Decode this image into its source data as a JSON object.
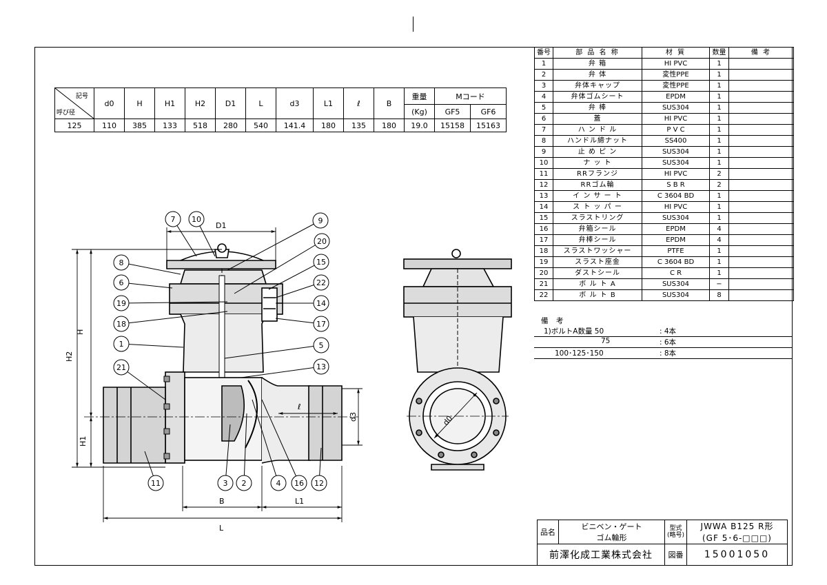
{
  "dimension_table": {
    "corner_top": "記号",
    "corner_bottom": "呼び径",
    "headers": [
      "d0",
      "H",
      "H1",
      "H2",
      "D1",
      "L",
      "d3",
      "L1",
      "ℓ",
      "B"
    ],
    "weight_label": "重量",
    "weight_unit": "(Kg)",
    "mcode_label": "Mコード",
    "mcode_cols": [
      "GF5",
      "GF6"
    ],
    "row": [
      "125",
      "110",
      "385",
      "133",
      "518",
      "280",
      "540",
      "141.4",
      "180",
      "135",
      "180",
      "19.0",
      "15158",
      "15163"
    ]
  },
  "parts_table": {
    "headers": [
      "番号",
      "部 品 名 称",
      "材 質",
      "数量",
      "備 考"
    ],
    "rows": [
      [
        "1",
        "弁    箱",
        "HI PVC",
        "1",
        ""
      ],
      [
        "2",
        "弁    体",
        "変性PPE",
        "1",
        ""
      ],
      [
        "3",
        "弁体キャップ",
        "変性PPE",
        "1",
        ""
      ],
      [
        "4",
        "弁体ゴムシート",
        "EPDM",
        "1",
        ""
      ],
      [
        "5",
        "弁    棒",
        "SUS304",
        "1",
        ""
      ],
      [
        "6",
        "蓋",
        "HI PVC",
        "1",
        ""
      ],
      [
        "7",
        "ハ ン ド ル",
        "P V C",
        "1",
        ""
      ],
      [
        "8",
        "ハンドル締ナット",
        "SS400",
        "1",
        ""
      ],
      [
        "9",
        "止 め ピ ン",
        "SUS304",
        "1",
        ""
      ],
      [
        "10",
        "ナ ッ ト",
        "SUS304",
        "1",
        ""
      ],
      [
        "11",
        "RRフランジ",
        "HI PVC",
        "2",
        ""
      ],
      [
        "12",
        "RRゴム輪",
        "S B R",
        "2",
        ""
      ],
      [
        "13",
        "イ ン サ ー ト",
        "C 3604 BD",
        "1",
        ""
      ],
      [
        "14",
        "ス ト ッ パ ー",
        "HI PVC",
        "1",
        ""
      ],
      [
        "15",
        "スラストリング",
        "SUS304",
        "1",
        ""
      ],
      [
        "16",
        "弁箱シール",
        "EPDM",
        "4",
        ""
      ],
      [
        "17",
        "弁棒シール",
        "EPDM",
        "4",
        ""
      ],
      [
        "18",
        "スラストワッシャー",
        "PTFE",
        "1",
        ""
      ],
      [
        "19",
        "スラスト座金",
        "C 3604 BD",
        "1",
        ""
      ],
      [
        "20",
        "ダストシール",
        "C R",
        "1",
        ""
      ],
      [
        "21",
        "ボ ル ト A",
        "SUS304",
        "−",
        ""
      ],
      [
        "22",
        "ボ ル ト B",
        "SUS304",
        "8",
        ""
      ]
    ]
  },
  "remarks": {
    "title": "備 考",
    "lines": [
      {
        "label": "1)ボルトA数量 50",
        "value": ": 4本"
      },
      {
        "label": "75",
        "value": ": 6本"
      },
      {
        "label": "100･125･150",
        "value": ": 8本"
      }
    ]
  },
  "title_block": {
    "name_label": "品名",
    "name_lines": [
      "ビニベン・ゲート",
      "ゴム輪形"
    ],
    "model_label_lines": [
      "型式",
      "(略号)"
    ],
    "model_lines": [
      "JWWA B125 R形",
      "(GF 5･6-□□□)"
    ],
    "company": "前澤化成工業株式会社",
    "drawing_no_label": "図番",
    "drawing_no": "15001050"
  },
  "drawing": {
    "dim_labels": {
      "D1": "D1",
      "H": "H",
      "H2": "H2",
      "H1": "H1",
      "B": "B",
      "L": "L",
      "L1": "L1",
      "l": "ℓ",
      "d3": "d3",
      "d0": "d0"
    },
    "callouts": [
      "7",
      "10",
      "9",
      "20",
      "8",
      "15",
      "6",
      "22",
      "19",
      "14",
      "18",
      "17",
      "1",
      "5",
      "21",
      "13",
      "11",
      "3",
      "2",
      "4",
      "16",
      "12"
    ]
  }
}
